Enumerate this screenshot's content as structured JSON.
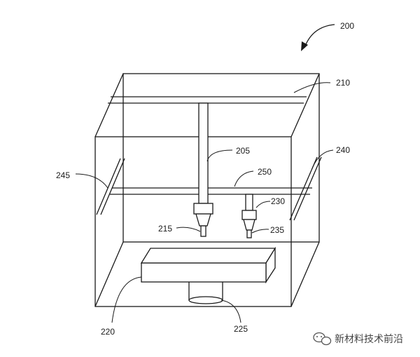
{
  "labels": {
    "fig": "200",
    "top_rail": "210",
    "head_1": "205",
    "side_right": "240",
    "side_left": "245",
    "mid_rail": "250",
    "head_2": "230",
    "nozzle_1": "215",
    "nozzle_2": "235",
    "platform": "220",
    "platform_base": "225"
  },
  "watermark": "新材料技术前沿"
}
